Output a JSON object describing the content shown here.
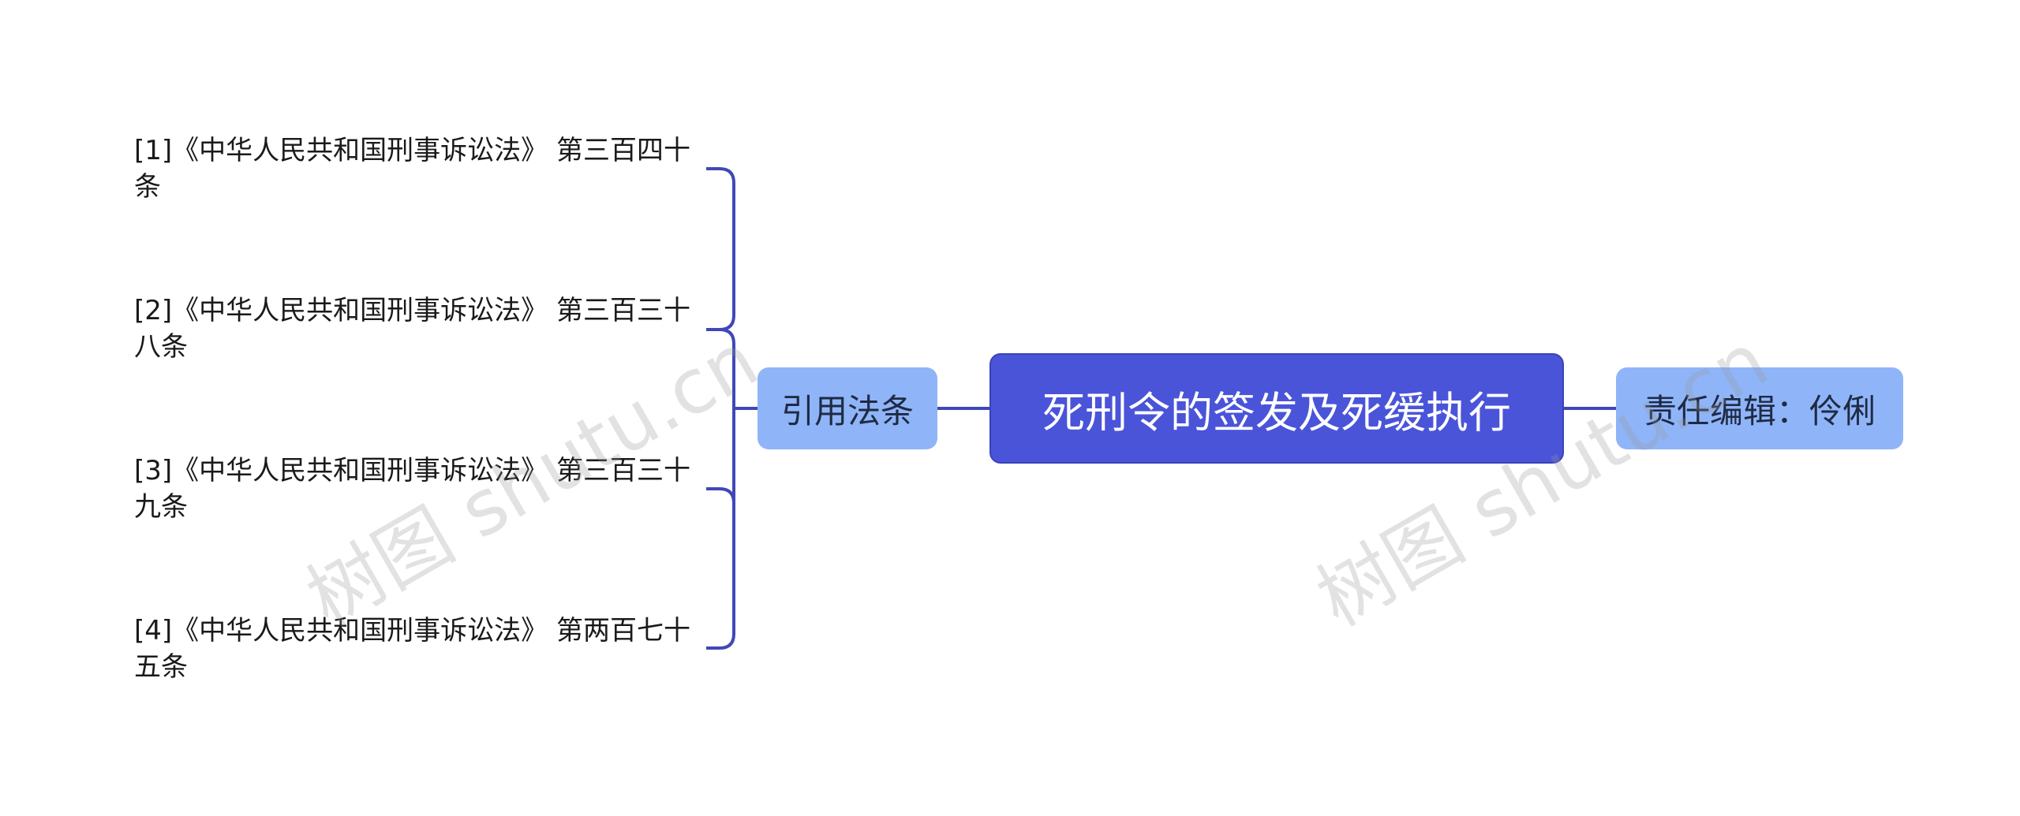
{
  "diagram": {
    "root": {
      "label": "死刑令的签发及死缓执行"
    },
    "left_branch": {
      "label": "引用法条",
      "children": [
        "[1]《中华人民共和国刑事诉讼法》 第三百四十条",
        "[2]《中华人民共和国刑事诉讼法》 第三百三十八条",
        "[3]《中华人民共和国刑事诉讼法》 第三百三十九条",
        "[4]《中华人民共和国刑事诉讼法》 第两百七十五条"
      ]
    },
    "right_branch": {
      "label": "责任编辑：伶俐"
    },
    "colors": {
      "root_fill": "#4a54d9",
      "branch_fill": "#8fb5f8",
      "connector": "#4048b6"
    }
  },
  "watermark": {
    "text": "树图 shutu.cn"
  }
}
